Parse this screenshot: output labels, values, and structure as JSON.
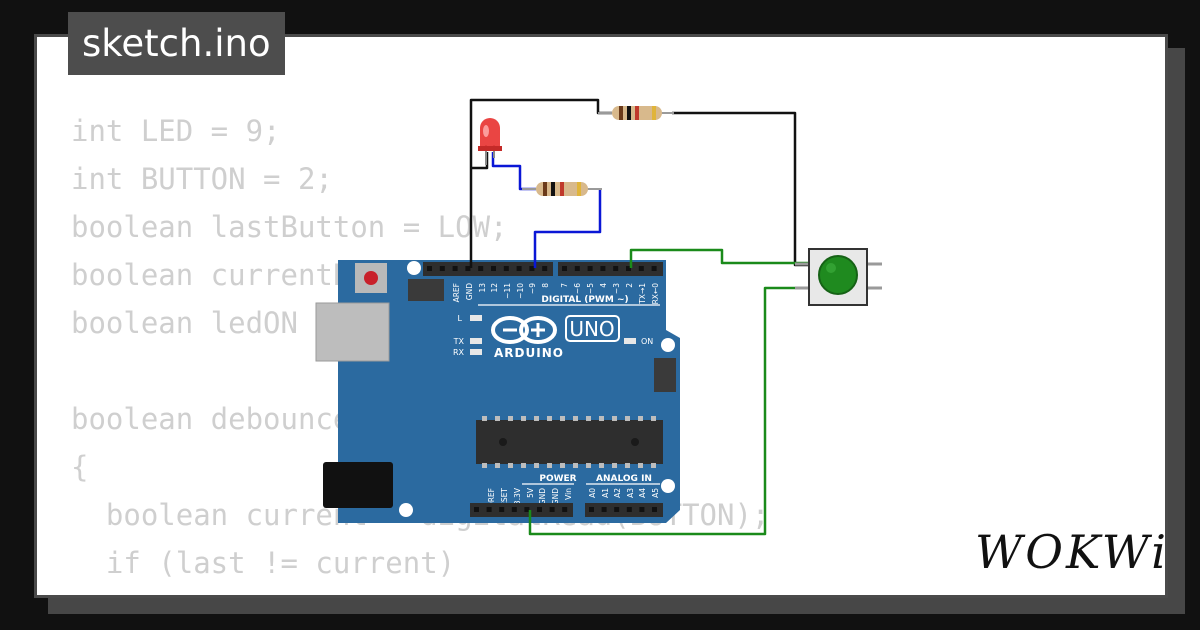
{
  "tab": {
    "title": "sketch.ino"
  },
  "code_lines": [
    "int LED = 9;",
    "int BUTTON = 2;",
    "boolean lastButton = LOW;",
    "boolean currentButton = LOW;",
    "boolean ledON = false;",
    "",
    "boolean debounce(boolean last)",
    "{",
    "  boolean current = digitalRead(BUTTON);",
    "  if (last != current)",
    "  {"
  ],
  "board": {
    "brand": "ARDUINO",
    "model": "UNO",
    "labels": {
      "digital": "DIGITAL (PWM ~)",
      "power": "POWER",
      "analog": "ANALOG IN",
      "led_l": "L",
      "tx": "TX",
      "rx": "RX",
      "on": "ON"
    },
    "top_pins": [
      "AREF",
      "GND",
      "13",
      "12",
      "~11",
      "~10",
      "~9",
      "8",
      "7",
      "~6",
      "~5",
      "4",
      "~3",
      "2",
      "TX→1",
      "RX←0"
    ],
    "bottom_pins": [
      "IOREF",
      "RESET",
      "3.3V",
      "5V",
      "GND",
      "GND",
      "Vin",
      "A0",
      "A1",
      "A2",
      "A3",
      "A4",
      "A5"
    ]
  },
  "colors": {
    "board": "#2b6aa0",
    "wire_black": "#111111",
    "wire_blue": "#0a17d6",
    "wire_green": "#1a8a1a",
    "led": "#e8312f",
    "button": "#1f8a1f"
  },
  "logo": {
    "text": "WOKWi"
  }
}
